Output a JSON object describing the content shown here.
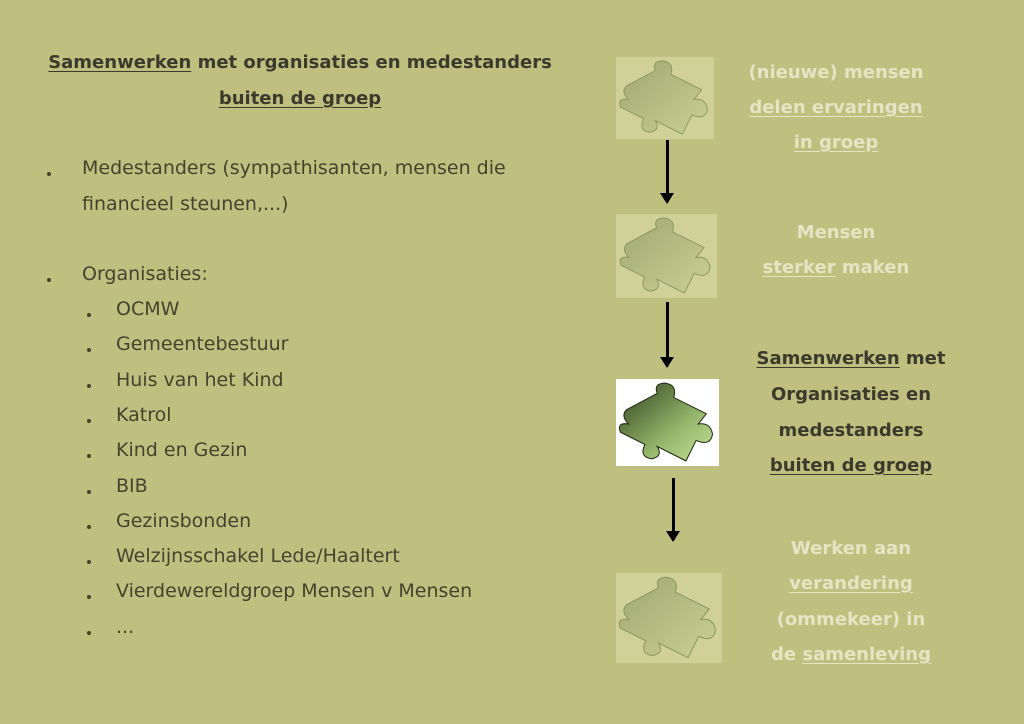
{
  "left": {
    "title_line1_u": "Samenwerken",
    "title_line1_rest": " met organisaties en medestanders",
    "title_line2_u": "buiten de groep",
    "bullets": [
      "Medestanders (sympathisanten, mensen die",
      "financieel steunen,...)",
      "Organisaties:"
    ],
    "sub_bullets": [
      "OCMW",
      "Gemeentebestuur",
      "Huis van het Kind",
      "Katrol",
      "Kind en Gezin",
      "BIB",
      "Gezinsbonden",
      "Welzijnsschakel Lede/Haaltert",
      "Vierdewereldgroep Mensen v Mensen",
      "..."
    ]
  },
  "steps": [
    {
      "l1": "(nieuwe) mensen",
      "l2_u": "delen ervaringen",
      "l3_u": "in groep",
      "icon": "puzzle-piece-icon"
    },
    {
      "l1": "Mensen",
      "l2_u": "sterker",
      "l2_rest": " maken",
      "icon": "puzzle-piece-icon"
    },
    {
      "l1_u": "Samenwerken",
      "l1_rest": " met",
      "l2": "Organisaties en",
      "l3": "medestanders",
      "l4_u": "buiten de groep",
      "icon": "puzzle-piece-icon",
      "active": true
    },
    {
      "l1": "Werken aan",
      "l2_u": "verandering",
      "l3": "(ommekeer) in",
      "l4_pre": "de ",
      "l4_u": "samenleving",
      "icon": "puzzle-piece-icon"
    }
  ],
  "colors": {
    "background": "#bfbf80",
    "dark_text": "#3b3a2c",
    "faded_text": "#e6e4c4"
  }
}
